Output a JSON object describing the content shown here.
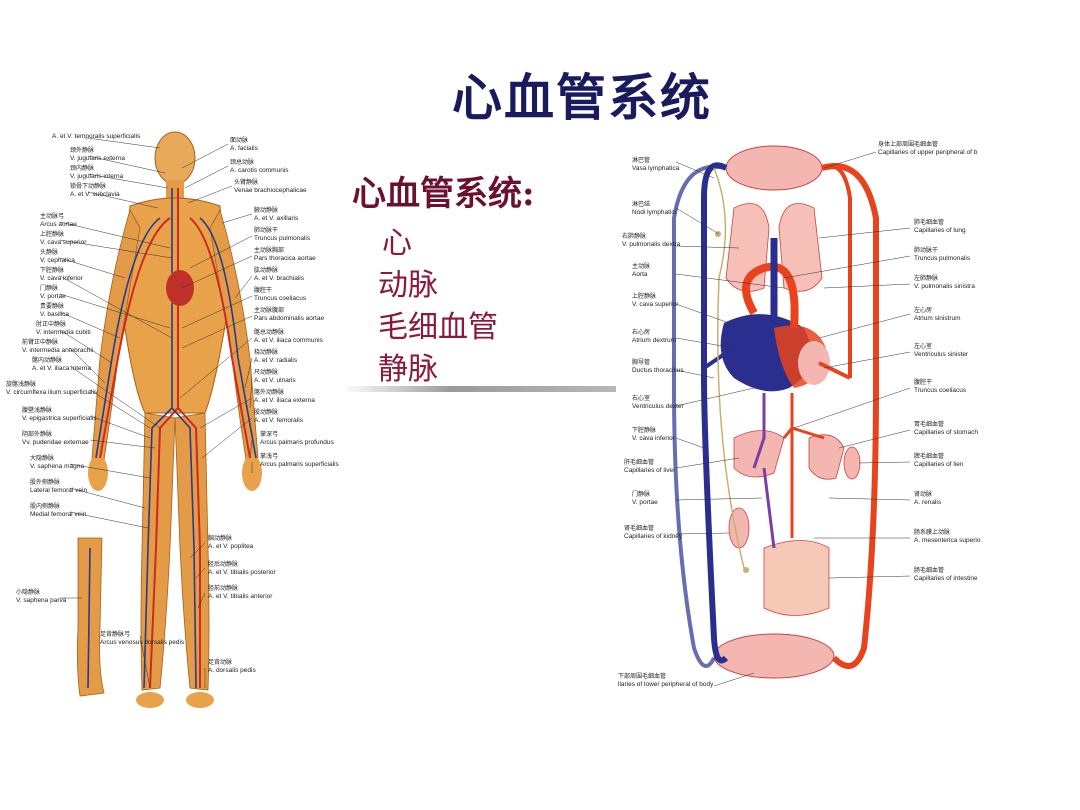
{
  "slide": {
    "title": "心血管系统",
    "heading": "心血管系统:",
    "items": [
      "心",
      "动脉",
      "毛细血管",
      "静脉"
    ]
  },
  "body_figure": {
    "left_labels": [
      {
        "zh": "",
        "en": "A. et V. temporalis superficialis"
      },
      {
        "zh": "颈外静脉",
        "en": "V. jugularis externa"
      },
      {
        "zh": "颈内静脉",
        "en": "V. jugularis interna"
      },
      {
        "zh": "锁骨下动静脉",
        "en": "A. et V. subclavia"
      },
      {
        "zh": "主动脉弓",
        "en": "Arcus aortae"
      },
      {
        "zh": "上腔静脉",
        "en": "V. cava superior"
      },
      {
        "zh": "头静脉",
        "en": "V. cephalica"
      },
      {
        "zh": "下腔静脉",
        "en": "V. cava inferior"
      },
      {
        "zh": "门静脉",
        "en": "V. portae"
      },
      {
        "zh": "贵要静脉",
        "en": "V. basilica"
      },
      {
        "zh": "肘正中静脉",
        "en": "V. intermedia cubiti"
      },
      {
        "zh": "前臂正中静脉",
        "en": "V. intermedia antebrachii"
      },
      {
        "zh": "髂内动静脉",
        "en": "A. et V. iliaca interna"
      },
      {
        "zh": "旋髂浅静脉",
        "en": "V. circumflexa ilium superficialis"
      },
      {
        "zh": "腹壁浅静脉",
        "en": "V. epigastrica superficialis"
      },
      {
        "zh": "阴部外静脉",
        "en": "Vv. pudendae externae"
      },
      {
        "zh": "大隐静脉",
        "en": "V. saphena magna"
      },
      {
        "zh": "股外侧静脉",
        "en": "Lateral femoral vein"
      },
      {
        "zh": "股内侧静脉",
        "en": "Medial femoral vein"
      },
      {
        "zh": "小隐静脉",
        "en": "V. saphena parva"
      },
      {
        "zh": "足背静脉弓",
        "en": "Arcus venosus dorsalis pedis"
      }
    ],
    "right_labels": [
      {
        "zh": "面动脉",
        "en": "A. facialis"
      },
      {
        "zh": "颈总动脉",
        "en": "A. carotis communis"
      },
      {
        "zh": "头臂静脉",
        "en": "Venae brachiocephalicae"
      },
      {
        "zh": "腋动静脉",
        "en": "A. et V. axillaris"
      },
      {
        "zh": "肺动脉干",
        "en": "Truncus pulmonalis"
      },
      {
        "zh": "主动脉胸部",
        "en": "Pars thoracica aortae"
      },
      {
        "zh": "肱动静脉",
        "en": "A. et V. brachialis"
      },
      {
        "zh": "腹腔干",
        "en": "Truncus coeliacus"
      },
      {
        "zh": "主动脉腹部",
        "en": "Pars abdominalis aortae"
      },
      {
        "zh": "髂总动静脉",
        "en": "A. et V. iliaca communis"
      },
      {
        "zh": "桡动静脉",
        "en": "A. et V. radialis"
      },
      {
        "zh": "尺动静脉",
        "en": "A. et V. ulnaris"
      },
      {
        "zh": "髂外动静脉",
        "en": "A. et V. iliaca externa"
      },
      {
        "zh": "股动静脉",
        "en": "A. et V. femoralis"
      },
      {
        "zh": "掌深弓",
        "en": "Arcus palmaris profundus"
      },
      {
        "zh": "掌浅弓",
        "en": "Arcus palmaris superficialis"
      },
      {
        "zh": "腘动静脉",
        "en": "A. et V. poplitea"
      },
      {
        "zh": "胫后动静脉",
        "en": "A. et V. tibialis posterior"
      },
      {
        "zh": "胫前动静脉",
        "en": "A. et V. tibialis anterior"
      },
      {
        "zh": "足背动脉",
        "en": "A. dorsalis pedis"
      }
    ]
  },
  "circulation_diagram": {
    "left_labels": [
      {
        "zh": "淋巴管",
        "en": "Vasa lymphatica"
      },
      {
        "zh": "淋巴结",
        "en": "Nodi lymphatici"
      },
      {
        "zh": "右肺静脉",
        "en": "V. pulmonalis dextra"
      },
      {
        "zh": "主动脉",
        "en": "Aorta"
      },
      {
        "zh": "上腔静脉",
        "en": "V. cava superior"
      },
      {
        "zh": "右心房",
        "en": "Atrium dextrum"
      },
      {
        "zh": "胸导管",
        "en": "Ductus thoracicus"
      },
      {
        "zh": "右心室",
        "en": "Ventriculus dexter"
      },
      {
        "zh": "下腔静脉",
        "en": "V. cava inferior"
      },
      {
        "zh": "肝毛细血管",
        "en": "Capillaries of liver"
      },
      {
        "zh": "门静脉",
        "en": "V. portae"
      },
      {
        "zh": "肾毛细血管",
        "en": "Capillaries of kidney"
      },
      {
        "zh": "下部周围毛细血管",
        "en": "llaries of lower peripheral of body"
      }
    ],
    "right_labels": [
      {
        "zh": "身体上部周围毛细血管",
        "en": "Capillaries of upper peripheral of b"
      },
      {
        "zh": "肺毛细血管",
        "en": "Capillaries of lung"
      },
      {
        "zh": "肺动脉干",
        "en": "Truncus pulmonalis"
      },
      {
        "zh": "左肺静脉",
        "en": "V. pulmonalis sinistra"
      },
      {
        "zh": "左心房",
        "en": "Atrium sinistrum"
      },
      {
        "zh": "左心室",
        "en": "Ventriculus sinister"
      },
      {
        "zh": "腹腔干",
        "en": "Truncus coeliacus"
      },
      {
        "zh": "胃毛细血管",
        "en": "Capillaries of stomach"
      },
      {
        "zh": "脾毛细血管",
        "en": "Capillaries of lien"
      },
      {
        "zh": "肾动脉",
        "en": "A. renalis"
      },
      {
        "zh": "肠系膜上动脉",
        "en": "A. mesenterica superio"
      },
      {
        "zh": "肠毛细血管",
        "en": "Capillaries of intestine"
      }
    ]
  },
  "colors": {
    "title": "#1a1a5e",
    "heading": "#6b1030",
    "items": "#8b1a3a",
    "artery": "#e8431c",
    "vein": "#2a2f8f",
    "skin": "#e8a24a"
  }
}
